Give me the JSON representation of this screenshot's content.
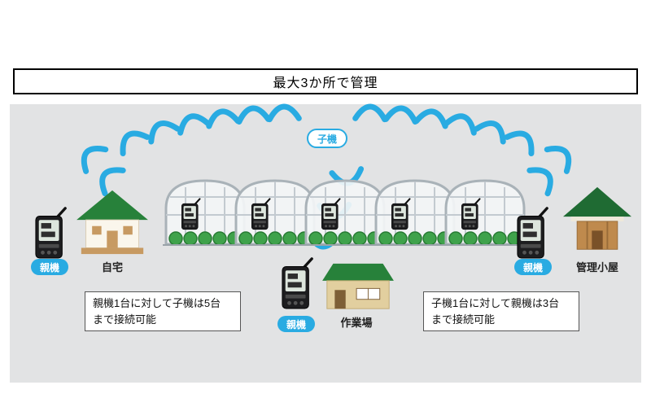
{
  "title": "最大3か所で管理",
  "badges": {
    "child": "子機",
    "parent": "親機"
  },
  "locations": {
    "home": "自宅",
    "workshop": "作業場",
    "hut": "管理小屋"
  },
  "notes": {
    "left": {
      "line1": "親機1台に対して子機は5台",
      "line2": "まで接続可能"
    },
    "right": {
      "line1": "子機1台に対して親機は3台",
      "line2": "まで接続可能"
    }
  },
  "icons": {
    "signal_wave": "blue radio-wave arc",
    "parent_sensor_device": "black wireless sensor unit with antenna",
    "child_sensor_device": "black wireless sensor unit with antenna",
    "greenhouse": "hoop greenhouse with plants"
  },
  "colors": {
    "accent_blue": "#29abe2",
    "panel_gray": "#e2e3e4",
    "roof_green": "#27813a",
    "wood_tan": "#c79a62"
  }
}
